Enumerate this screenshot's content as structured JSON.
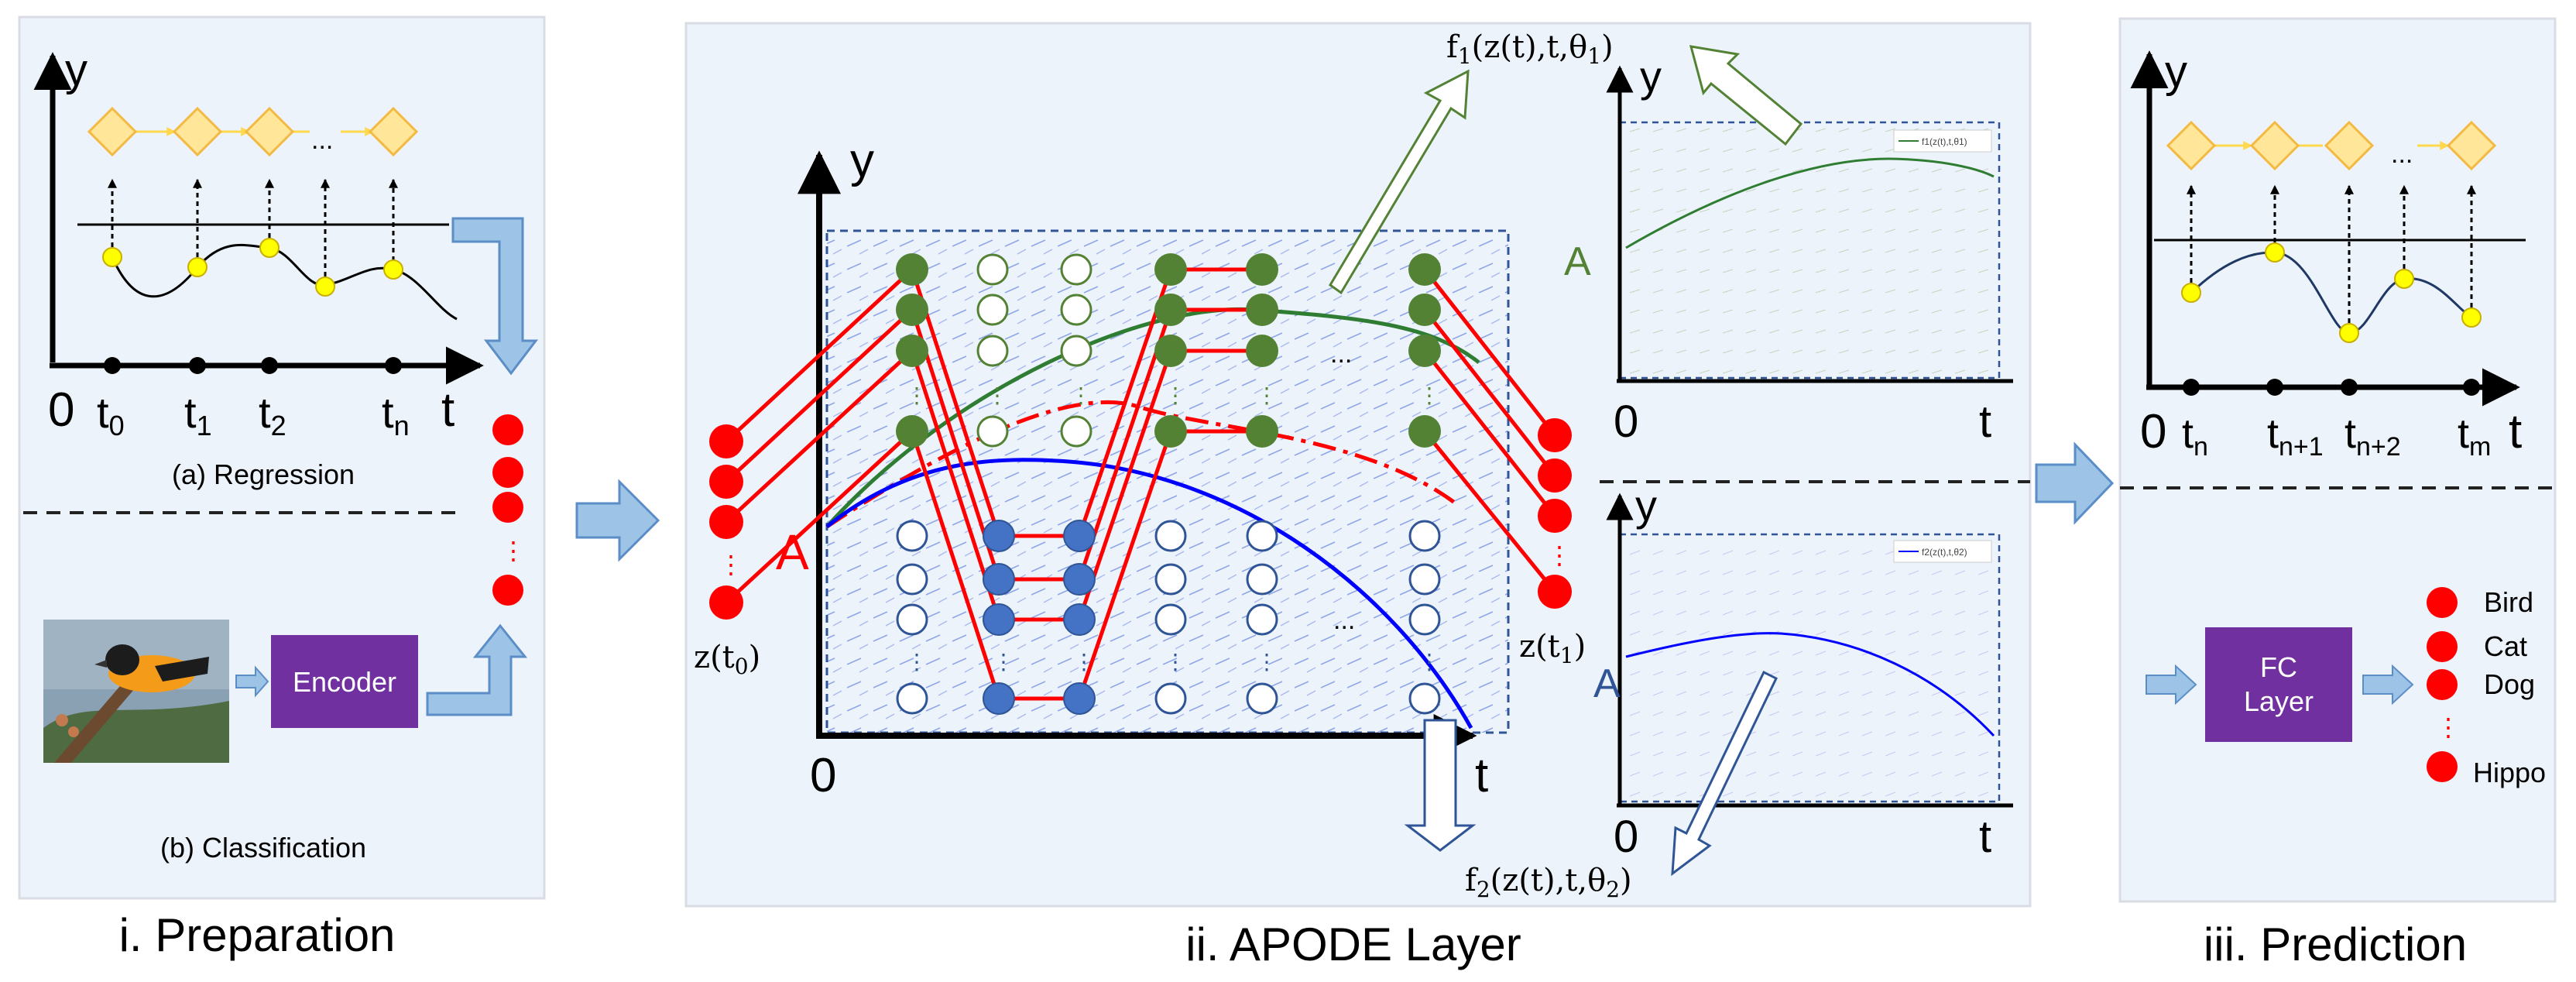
{
  "panels": {
    "preparation": {
      "caption": "i. Preparation",
      "regression_caption": "(a) Regression",
      "classification_caption": "(b) Classification",
      "encoder_label": "Encoder",
      "axis_y": "y",
      "axis_t": "t",
      "origin": "0",
      "ticks": [
        "t0",
        "t1",
        "t2",
        "tn"
      ],
      "ellipsis": "..."
    },
    "apode": {
      "caption": "ii. APODE Layer",
      "axis_y": "y",
      "axis_t": "t",
      "origin": "0",
      "label_A": "A",
      "z_t0": "z(t0)",
      "z_t1": "z(t1)",
      "f1": "f1(z(t),t,θ1)",
      "f2": "f2(z(t),t,θ2)",
      "ellipsis": "...",
      "inset_top": {
        "axis_y": "y",
        "axis_t": "t",
        "origin": "0",
        "label_A": "A",
        "legend": "f1(z(t),t,θ1)"
      },
      "inset_bottom": {
        "axis_y": "y",
        "axis_t": "t",
        "origin": "0",
        "label_A": "A",
        "legend": "f2(z(t),t,θ2)"
      }
    },
    "prediction": {
      "caption": "iii. Prediction",
      "axis_y": "y",
      "axis_t": "t",
      "origin": "0",
      "ticks": [
        "tn",
        "tn+1",
        "tn+2",
        "tm"
      ],
      "ellipsis": "...",
      "fc_label_1": "FC",
      "fc_label_2": "Layer",
      "classes": [
        "Bird",
        "Cat",
        "Dog",
        "Hippo"
      ],
      "class_ellipsis": "⋮"
    }
  },
  "colors": {
    "panel_bg": "#edf3fa",
    "panel_border": "#d9dde3",
    "red": "#ff0000",
    "green": "#548235",
    "blue": "#4472c4",
    "purple": "#7030a0",
    "yellow": "#ffe699",
    "arrow_blue": "#9dc3e6"
  }
}
